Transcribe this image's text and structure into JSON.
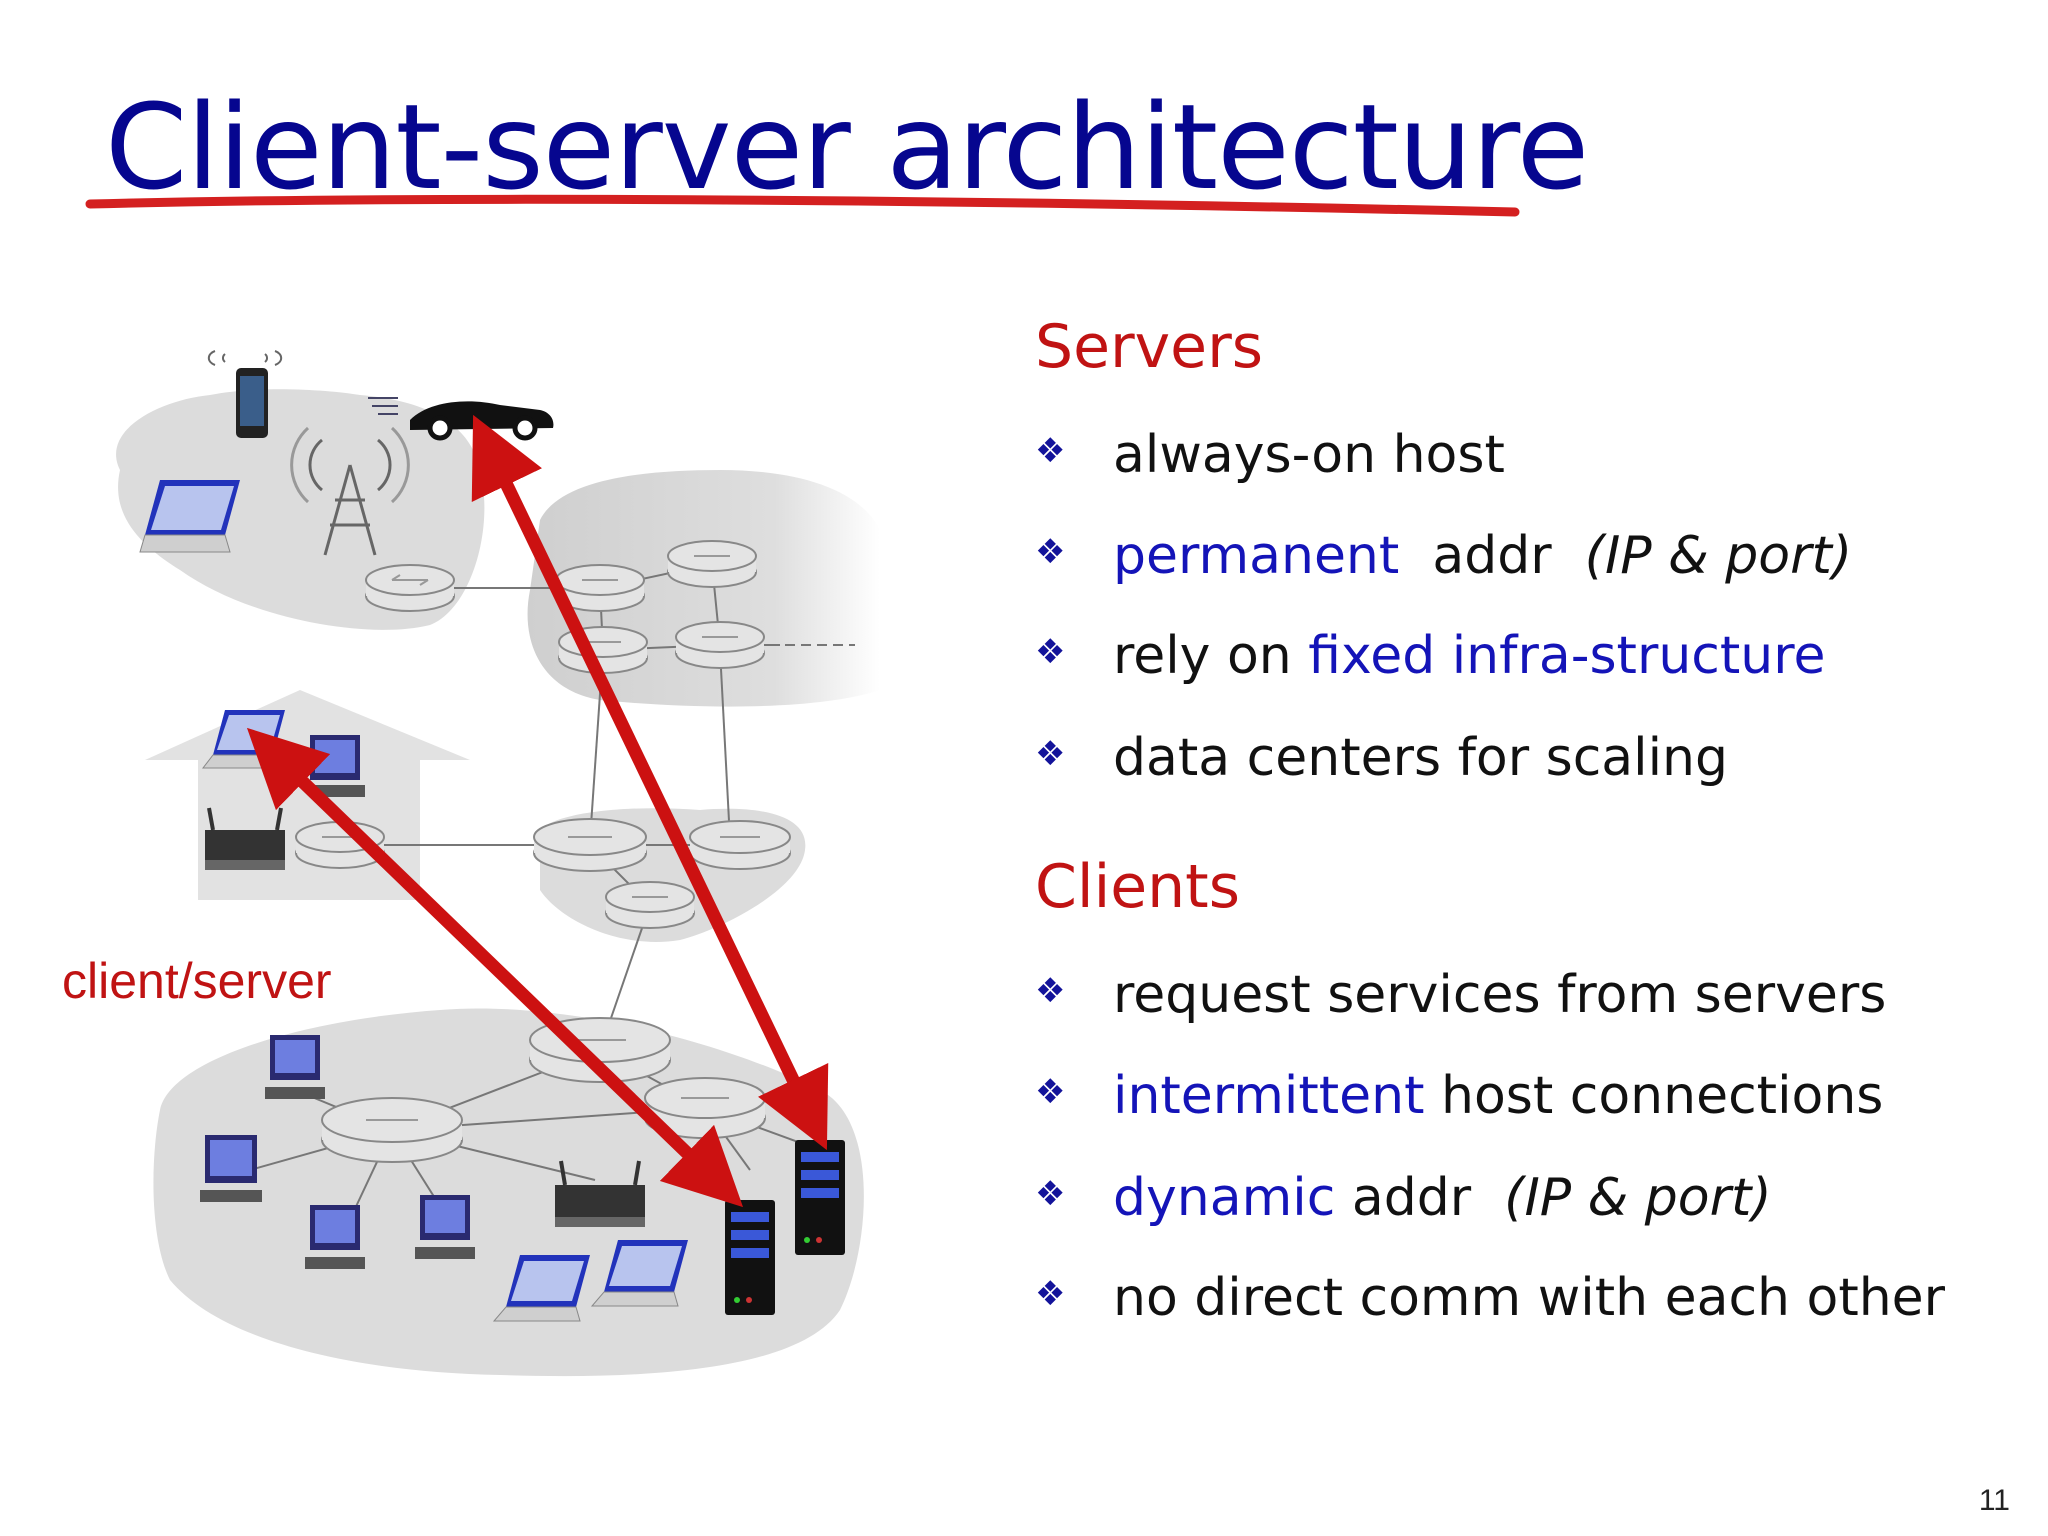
{
  "slide": {
    "title": "Client-server architecture",
    "page_number": "11"
  },
  "diagram": {
    "label": "client/server"
  },
  "servers": {
    "heading": "Servers",
    "b1": "always-on host",
    "b2_blue": "permanent",
    "b2_rest": "addr",
    "b2_ital": "(IP & port)",
    "b3_plain": "rely on",
    "b3_blue": "fixed infra-structure",
    "b4": "data centers for scaling"
  },
  "clients": {
    "heading": "Clients",
    "b1": "request services from servers",
    "b2_blue": "intermittent",
    "b2_rest": "host connections",
    "b3_blue": "dynamic",
    "b3_rest": "addr",
    "b3_ital": "(IP & port)",
    "b4": "no direct comm with each other"
  },
  "bullet_glyph": "❖",
  "colors": {
    "title": "#06068f",
    "heading": "#c01313",
    "highlight": "#1414b8",
    "arrow": "#cc1111"
  }
}
